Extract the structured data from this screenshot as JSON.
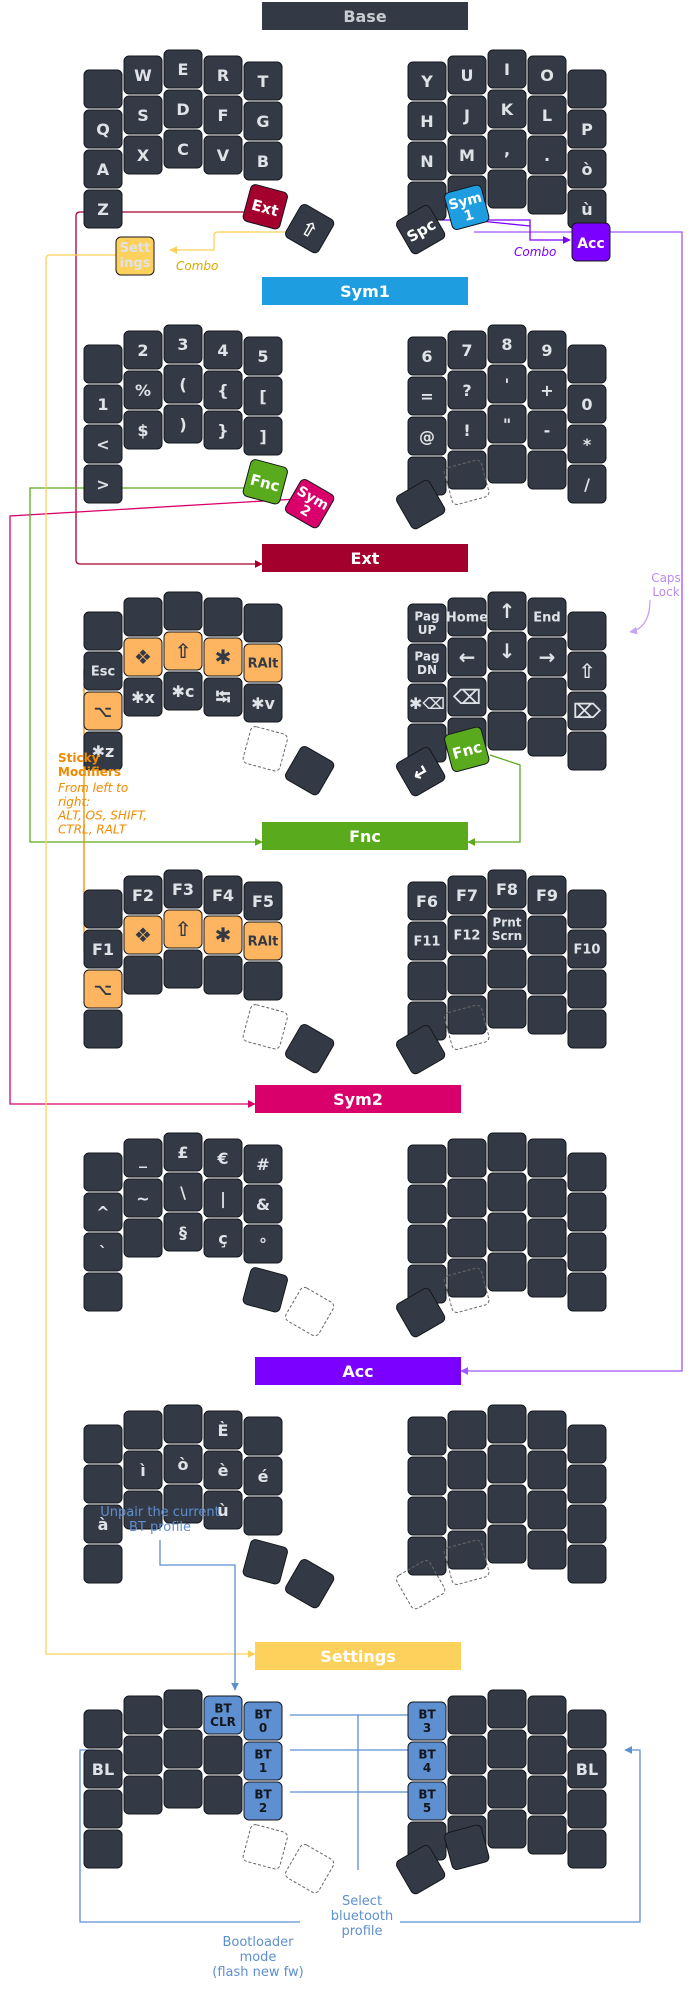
{
  "colors": {
    "key": "#343a45",
    "key_text": "#dfe3e8",
    "mod": "#fdb561",
    "bt": "#5e8fd0",
    "base_banner": "#343a45",
    "sym1": "#1e9ee0",
    "ext": "#a3002e",
    "fnc": "#5aaa1e",
    "sym2": "#d9006b",
    "acc": "#7b00ff",
    "settings": "#fdd15b",
    "settings_line": "#fdd15b",
    "combo_line": "#fdd15b",
    "acc_line": "#a055ff",
    "sticky": "#f08a00",
    "bt_line": "#5e8fd0",
    "caps": "#c9a2f2"
  },
  "layers": [
    {
      "id": "base",
      "title": "Base",
      "keys": {
        "L": [
          [
            "",
            "W",
            "E",
            "R",
            "T"
          ],
          [
            "Q",
            "S",
            "D",
            "F",
            "G"
          ],
          [
            "A",
            "X",
            "C",
            "V",
            "B"
          ],
          [
            "Z"
          ]
        ],
        "R": [
          [
            "Y",
            "U",
            "I",
            "O",
            ""
          ],
          [
            "H",
            "J",
            "K",
            "L",
            "P"
          ],
          [
            "N",
            "M",
            ",",
            ".",
            "ò"
          ],
          [
            "",
            "",
            "",
            "",
            "ù"
          ]
        ]
      },
      "thumbs": {
        "l1": "Ext",
        "l2": "⇧",
        "r1": "Spc",
        "r2": "Sym 1"
      }
    },
    {
      "id": "sym1",
      "title": "Sym1",
      "keys": {
        "L": [
          [
            "",
            "2",
            "3",
            "4",
            "5"
          ],
          [
            "1",
            "%",
            "(",
            "{",
            "["
          ],
          [
            "<",
            "$",
            ")",
            "}",
            "]"
          ],
          [
            ">"
          ]
        ],
        "R": [
          [
            "6",
            "7",
            "8",
            "9",
            ""
          ],
          [
            "=",
            "?",
            "'",
            "+",
            "0"
          ],
          [
            "@",
            "!",
            "\"",
            "-",
            "*"
          ],
          [
            "",
            "",
            "",
            "",
            "/"
          ]
        ]
      },
      "thumbs": {
        "l1": "Fnc",
        "l2": "Sym 2",
        "r1": "",
        "r2": ""
      }
    },
    {
      "id": "ext",
      "title": "Ext",
      "keys": {
        "L": [
          [
            "",
            "",
            "",
            "",
            ""
          ],
          [
            "Esc",
            "❖",
            "⇧",
            "✱",
            "RAlt"
          ],
          [
            "⌥",
            "✱x",
            "✱c",
            "⭾",
            "✱v"
          ],
          [
            "✱z"
          ]
        ],
        "R": [
          [
            "Pag UP",
            "Home",
            "↑",
            "End",
            ""
          ],
          [
            "Pag DN",
            "←",
            "↓",
            "→",
            "⇧"
          ],
          [
            "✱⌫",
            "⌫",
            "",
            "",
            "⌦"
          ],
          [
            "",
            "",
            "",
            "",
            ""
          ]
        ]
      },
      "thumbs": {
        "l1": "",
        "l2": "",
        "r1": "↵",
        "r2": "Fnc"
      }
    },
    {
      "id": "fnc",
      "title": "Fnc",
      "keys": {
        "L": [
          [
            "",
            "F2",
            "F3",
            "F4",
            "F5"
          ],
          [
            "F1",
            "❖",
            "⇧",
            "✱",
            "RAlt"
          ],
          [
            "⌥",
            "",
            "",
            "",
            ""
          ],
          [
            ""
          ]
        ],
        "R": [
          [
            "F6",
            "F7",
            "F8",
            "F9",
            ""
          ],
          [
            "F11",
            "F12",
            "Prnt Scrn",
            "",
            "F10"
          ],
          [
            "",
            "",
            "",
            "",
            ""
          ],
          [
            "",
            "",
            "",
            "",
            ""
          ]
        ]
      },
      "thumbs": {
        "l1": "",
        "l2": "",
        "r1": "",
        "r2": ""
      }
    },
    {
      "id": "sym2",
      "title": "Sym2",
      "keys": {
        "L": [
          [
            "",
            "_",
            "£",
            "€",
            "#"
          ],
          [
            "^",
            "~",
            "\\",
            "|",
            "&"
          ],
          [
            "`",
            "",
            "§",
            "ç",
            "°"
          ],
          [
            ""
          ]
        ],
        "R": [
          [
            "",
            "",
            "",
            "",
            ""
          ],
          [
            "",
            "",
            "",
            "",
            ""
          ],
          [
            "",
            "",
            "",
            "",
            ""
          ],
          [
            "",
            "",
            "",
            "",
            ""
          ]
        ]
      },
      "thumbs": {
        "l1": "",
        "l2": "",
        "r1": "",
        "r2": ""
      }
    },
    {
      "id": "acc",
      "title": "Acc",
      "keys": {
        "L": [
          [
            "",
            "",
            "",
            "È",
            ""
          ],
          [
            "",
            "ì",
            "ò",
            "è",
            "é"
          ],
          [
            "à",
            "",
            "",
            "ù",
            ""
          ],
          [
            ""
          ]
        ],
        "R": [
          [
            "",
            "",
            "",
            "",
            ""
          ],
          [
            "",
            "",
            "",
            "",
            ""
          ],
          [
            "",
            "",
            "",
            "",
            ""
          ],
          [
            "",
            "",
            "",
            "",
            ""
          ]
        ]
      },
      "thumbs": {
        "l1": "",
        "l2": "",
        "r1": "",
        "r2": ""
      }
    },
    {
      "id": "settings",
      "title": "Settings",
      "keys": {
        "L": [
          [
            "",
            "",
            "",
            "BT CLR",
            "BT 0"
          ],
          [
            "BL",
            "",
            "",
            "",
            "BT 1"
          ],
          [
            "",
            "",
            "",
            "",
            "BT 2"
          ],
          [
            ""
          ]
        ],
        "R": [
          [
            "BT 3",
            "",
            "",
            "",
            ""
          ],
          [
            "BT 4",
            "",
            "",
            "",
            "BL"
          ],
          [
            "BT 5",
            "",
            "",
            "",
            ""
          ],
          [
            "",
            "",
            "",
            "",
            ""
          ]
        ]
      },
      "thumbs": {
        "l1": "",
        "l2": "",
        "r1": "",
        "r2": ""
      }
    }
  ],
  "combos": {
    "settings": "Sett ings",
    "acc": "Acc",
    "label": "Combo"
  },
  "annotations": {
    "caps_lock": "Caps Lock",
    "sticky_title": "Sticky Modifiers",
    "sticky_desc": [
      "From left to",
      "right:",
      "ALT, OS, SHIFT,",
      "CTRL, RALT"
    ],
    "unpair": [
      "Unpair the current",
      "BT profile"
    ],
    "select_bt": [
      "Select",
      "bluetooth",
      "profile"
    ],
    "bootloader": [
      "Bootloader",
      "mode",
      "(flash new fw)"
    ]
  }
}
